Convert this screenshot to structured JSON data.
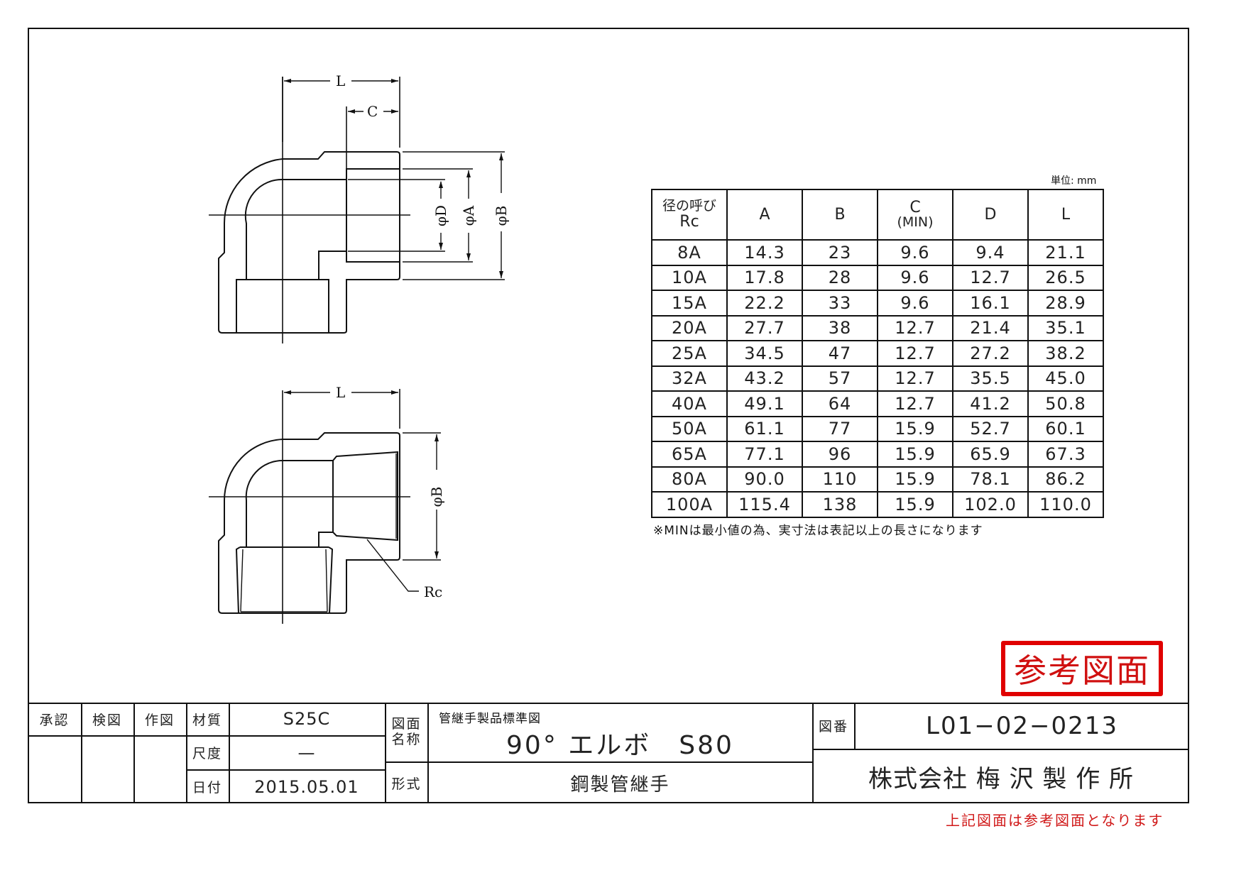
{
  "drawing": {
    "top_view": {
      "dimension_labels": [
        "L",
        "C",
        "φD",
        "φA",
        "φB"
      ]
    },
    "bottom_view": {
      "dimension_labels": [
        "L",
        "φB",
        "Rc"
      ]
    }
  },
  "spec_table": {
    "unit": "単位: mm",
    "headers": [
      {
        "line1": "径の呼び",
        "line2": "Rc"
      },
      {
        "line1": "A"
      },
      {
        "line1": "B"
      },
      {
        "line1": "C",
        "line2": "(MIN)"
      },
      {
        "line1": "D"
      },
      {
        "line1": "L"
      }
    ],
    "rows": [
      [
        "8A",
        "14.3",
        "23",
        "9.6",
        "9.4",
        "21.1"
      ],
      [
        "10A",
        "17.8",
        "28",
        "9.6",
        "12.7",
        "26.5"
      ],
      [
        "15A",
        "22.2",
        "33",
        "9.6",
        "16.1",
        "28.9"
      ],
      [
        "20A",
        "27.7",
        "38",
        "12.7",
        "21.4",
        "35.1"
      ],
      [
        "25A",
        "34.5",
        "47",
        "12.7",
        "27.2",
        "38.2"
      ],
      [
        "32A",
        "43.2",
        "57",
        "12.7",
        "35.5",
        "45.0"
      ],
      [
        "40A",
        "49.1",
        "64",
        "12.7",
        "41.2",
        "50.8"
      ],
      [
        "50A",
        "61.1",
        "77",
        "15.9",
        "52.7",
        "60.1"
      ],
      [
        "65A",
        "77.1",
        "96",
        "15.9",
        "65.9",
        "67.3"
      ],
      [
        "80A",
        "90.0",
        "110",
        "15.9",
        "78.1",
        "86.2"
      ],
      [
        "100A",
        "115.4",
        "138",
        "15.9",
        "102.0",
        "110.0"
      ]
    ],
    "note": "※MINは最小値の為、実寸法は表記以上の長さになります"
  },
  "stamp": {
    "text": "参考図面",
    "color": "#e00000"
  },
  "title_block": {
    "approval": "承認",
    "check": "検図",
    "drafted": "作図",
    "material_label": "材質",
    "material_value": "S25C",
    "scale_label": "尺度",
    "scale_value": "—",
    "date_label": "日付",
    "date_value": "2015.05.01",
    "drawing_name_label": "図面\n名称",
    "drawing_name_sub": "管継手製品標準図",
    "drawing_name_value": "90° エルボ　S80",
    "type_label": "形式",
    "type_value": "鋼製管継手",
    "drawing_no_label": "図番",
    "drawing_no_value": "L01−02−0213",
    "company": "株式会社 梅 沢 製 作 所"
  },
  "footer_note": {
    "text": "上記図面は参考図面となります",
    "color": "#d01818"
  }
}
